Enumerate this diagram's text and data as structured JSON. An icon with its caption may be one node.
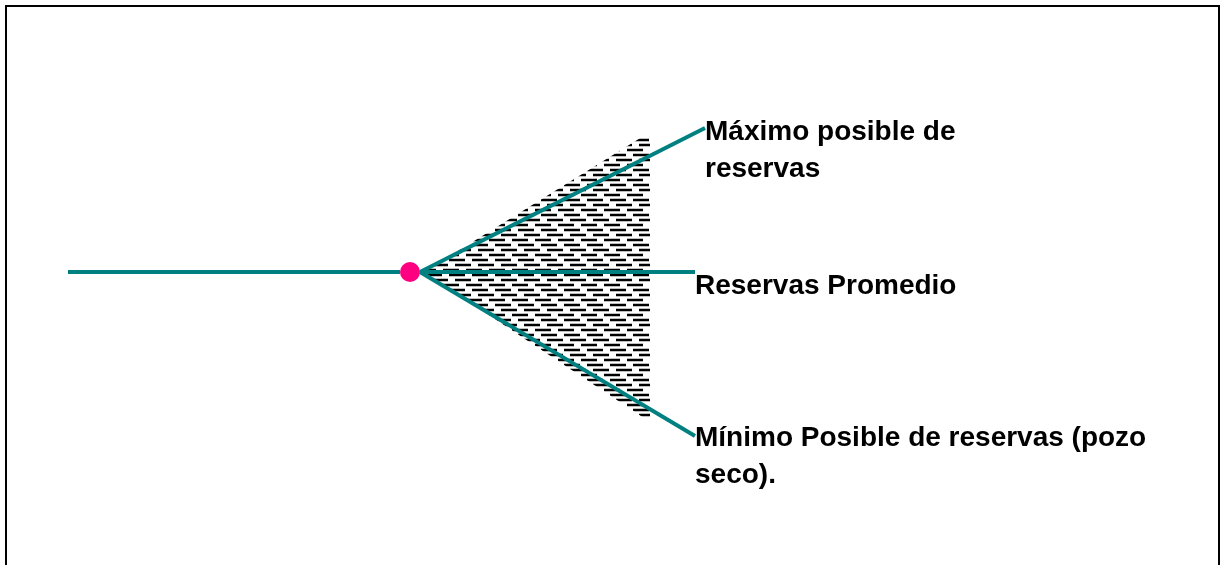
{
  "diagram": {
    "nodes": [
      {
        "text": [],
        "shape": "circle"
      },
      {
        "text": [
          "Máximo posible de reservas"
        ]
      },
      {
        "text": [
          "Reservas Promedio"
        ]
      },
      {
        "text": [
          "Mínimo Posible de reservas (pozo seco)."
        ]
      }
    ],
    "edges": [
      {
        "from": null,
        "to": 0,
        "arrow": "none"
      },
      {
        "from": 0,
        "to": 1,
        "arrow": "none"
      },
      {
        "from": 0,
        "to": 2,
        "arrow": "none"
      },
      {
        "from": 0,
        "to": 3,
        "arrow": "none"
      }
    ]
  }
}
